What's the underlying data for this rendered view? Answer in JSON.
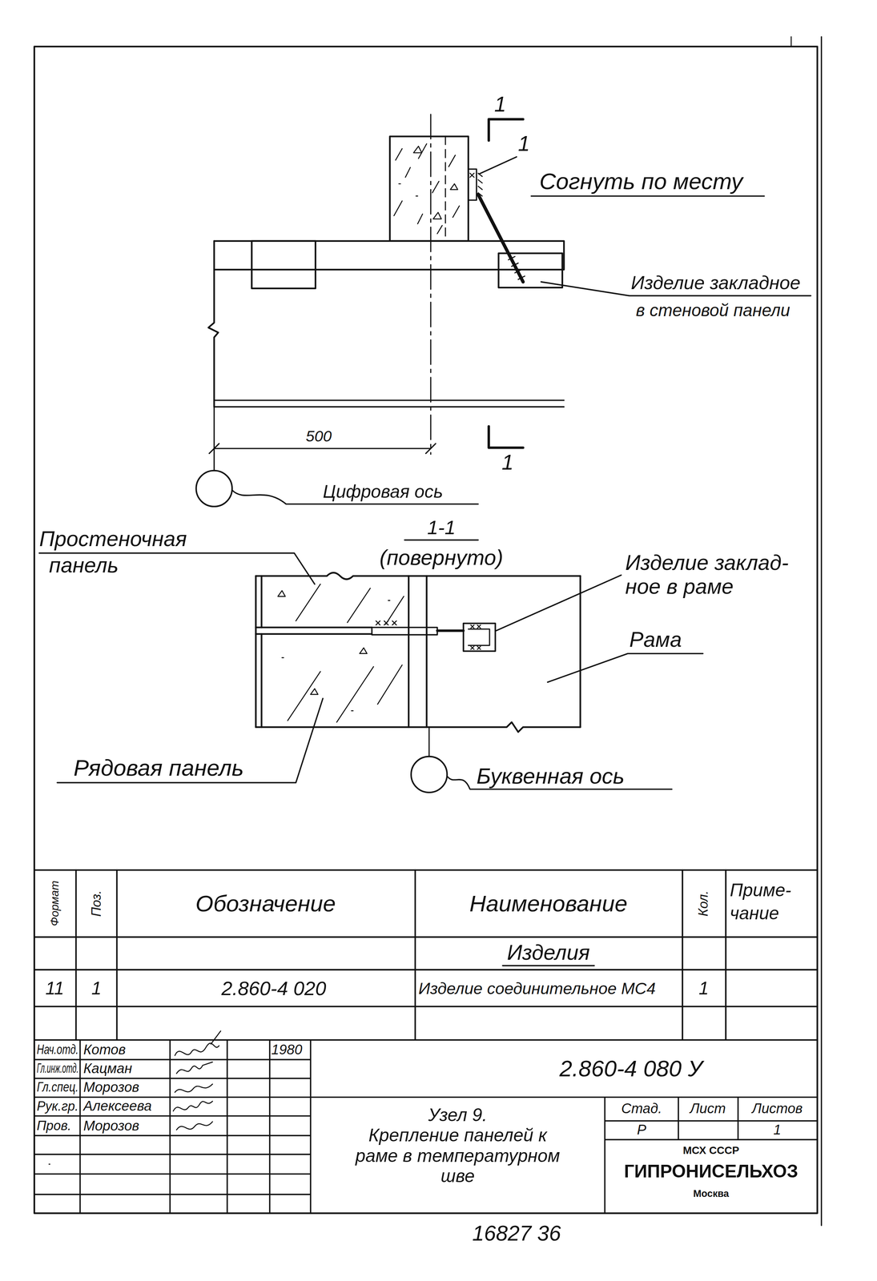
{
  "diagram": {
    "labels": [
      "1",
      "1",
      "Согнуть по месту",
      "Изделие закладное",
      "в стеновой панели",
      "500",
      "1",
      "Цифровая ось",
      "1-1",
      "(повернуто)",
      "Простеночная",
      "панель",
      "Изделие заклад-",
      "ное в раме",
      "Рама",
      "Рядовая панель",
      "Буквенная ось",
      "Формат",
      "Поз.",
      "Обозначение",
      "Наименование",
      "Кол.",
      "Приме-",
      "чание",
      "Изделия",
      "11",
      "1",
      "2.860-4 020",
      "Изделие соединительное МС4",
      "1",
      "Нач.отд.",
      "Котов",
      "1980",
      "Гл.инж.отд.",
      "Кацман",
      "Гл.спец.",
      "Морозов",
      "Рук.гр.",
      "Алексеева",
      "Пров.",
      "Морозов",
      "2.860-4 080 У",
      "Узел 9.",
      "Крепление панелей к",
      "раме в температурном",
      "шве",
      "Стад.",
      "Лист",
      "Листов",
      "Р",
      "1",
      "МСХ СССР",
      "ГИПРОНИСЕЛЬХОЗ",
      "Москва",
      "16827 36"
    ]
  }
}
